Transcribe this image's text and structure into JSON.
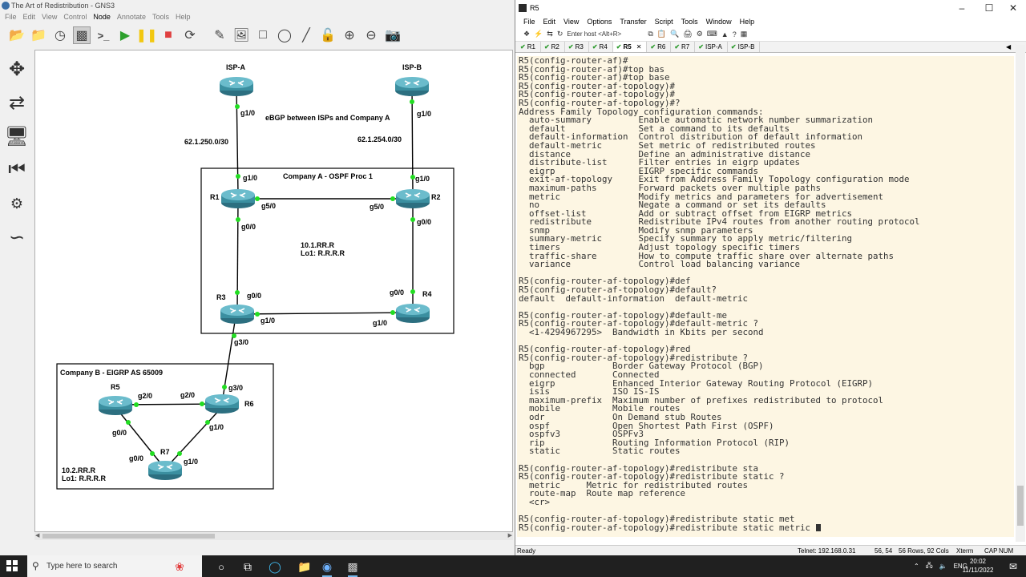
{
  "gns3": {
    "title": "The Art of Redistribution - GNS3",
    "menu": [
      "File",
      "Edit",
      "View",
      "Control",
      "Node",
      "Annotate",
      "Tools",
      "Help"
    ],
    "nodes": {
      "isp_a": "ISP-A",
      "isp_b": "ISP-B",
      "r1": "R1",
      "r2": "R2",
      "r3": "R3",
      "r4": "R4",
      "r5": "R5",
      "r6": "R6",
      "r7": "R7"
    },
    "ports": {
      "ispa_g1": "g1/0",
      "ispb_g1": "g1/0",
      "r1_g1": "g1/0",
      "r2_g1": "g1/0",
      "r1_g5": "g5/0",
      "r2_g5": "g5/0",
      "r1_g0": "g0/0",
      "r2_g0": "g0/0",
      "r3_g0": "g0/0",
      "r4_g0": "g0/0",
      "r3_g1": "g1/0",
      "r4_g1": "g1/0",
      "r3_g3": "g3/0",
      "r6_g3": "g3/0",
      "r5_g2": "g2/0",
      "r6_g2": "g2/0",
      "r5_g0": "g0/0",
      "r6_g1": "g1/0",
      "r7_g0": "g0/0",
      "r7_g1": "g1/0"
    },
    "notes": {
      "ebgp": "eBGP between ISPs and Company A",
      "net_a": "62.1.250.0/30",
      "net_b": "62.1.254.0/30",
      "company_a": "Company A - OSPF Proc 1",
      "company_a_addr": "10.1.RR.R\nLo1: R.R.R.R",
      "company_b": "Company B - EIGRP AS 65009",
      "company_b_addr": "10.2.RR.R\nLo1: R.R.R.R"
    }
  },
  "terminal": {
    "title": "R5",
    "menu": [
      "File",
      "Edit",
      "View",
      "Options",
      "Transfer",
      "Script",
      "Tools",
      "Window",
      "Help"
    ],
    "host_placeholder": "Enter host <Alt+R>",
    "tabs": [
      "R1",
      "R2",
      "R3",
      "R4",
      "R5",
      "R6",
      "R7",
      "ISP-A",
      "ISP-B"
    ],
    "active_tab": "R5",
    "lines": [
      "R5(config-router-af)#",
      "R5(config-router-af)#top bas",
      "R5(config-router-af)#top base",
      "R5(config-router-af-topology)#",
      "R5(config-router-af-topology)#",
      "R5(config-router-af-topology)#?",
      "Address Family Topology configuration commands:",
      "  auto-summary         Enable automatic network number summarization",
      "  default              Set a command to its defaults",
      "  default-information  Control distribution of default information",
      "  default-metric       Set metric of redistributed routes",
      "  distance             Define an administrative distance",
      "  distribute-list      Filter entries in eigrp updates",
      "  eigrp                EIGRP specific commands",
      "  exit-af-topology     Exit from Address Family Topology configuration mode",
      "  maximum-paths        Forward packets over multiple paths",
      "  metric               Modify metrics and parameters for advertisement",
      "  no                   Negate a command or set its defaults",
      "  offset-list          Add or subtract offset from EIGRP metrics",
      "  redistribute         Redistribute IPv4 routes from another routing protocol",
      "  snmp                 Modify snmp parameters",
      "  summary-metric       Specify summary to apply metric/filtering",
      "  timers               Adjust topology specific timers",
      "  traffic-share        How to compute traffic share over alternate paths",
      "  variance             Control load balancing variance",
      "",
      "R5(config-router-af-topology)#def",
      "R5(config-router-af-topology)#default?",
      "default  default-information  default-metric",
      "",
      "R5(config-router-af-topology)#default-me",
      "R5(config-router-af-topology)#default-metric ?",
      "  <1-4294967295>  Bandwidth in Kbits per second",
      "",
      "R5(config-router-af-topology)#red",
      "R5(config-router-af-topology)#redistribute ?",
      "  bgp             Border Gateway Protocol (BGP)",
      "  connected       Connected",
      "  eigrp           Enhanced Interior Gateway Routing Protocol (EIGRP)",
      "  isis            ISO IS-IS",
      "  maximum-prefix  Maximum number of prefixes redistributed to protocol",
      "  mobile          Mobile routes",
      "  odr             On Demand stub Routes",
      "  ospf            Open Shortest Path First (OSPF)",
      "  ospfv3          OSPFv3",
      "  rip             Routing Information Protocol (RIP)",
      "  static          Static routes",
      "",
      "R5(config-router-af-topology)#redistribute sta",
      "R5(config-router-af-topology)#redistribute static ?",
      "  metric     Metric for redistributed routes",
      "  route-map  Route map reference",
      "  <cr>",
      "",
      "R5(config-router-af-topology)#redistribute static met",
      "R5(config-router-af-topology)#redistribute static metric "
    ],
    "status": {
      "ready": "Ready",
      "telnet": "Telnet: 192.168.0.31",
      "pos": "56,  54",
      "size": "56 Rows, 92 Cols",
      "emu": "Xterm",
      "cap": "CAP",
      "num": "NUM"
    }
  },
  "taskbar": {
    "search_placeholder": "Type here to search",
    "lang": "ENG",
    "time": "20:02",
    "date": "11/11/2022"
  },
  "colors": {
    "terminal_bg": "#fdf6e3",
    "link_dot": "#22dd22",
    "router_body": "#3b8fa0"
  }
}
